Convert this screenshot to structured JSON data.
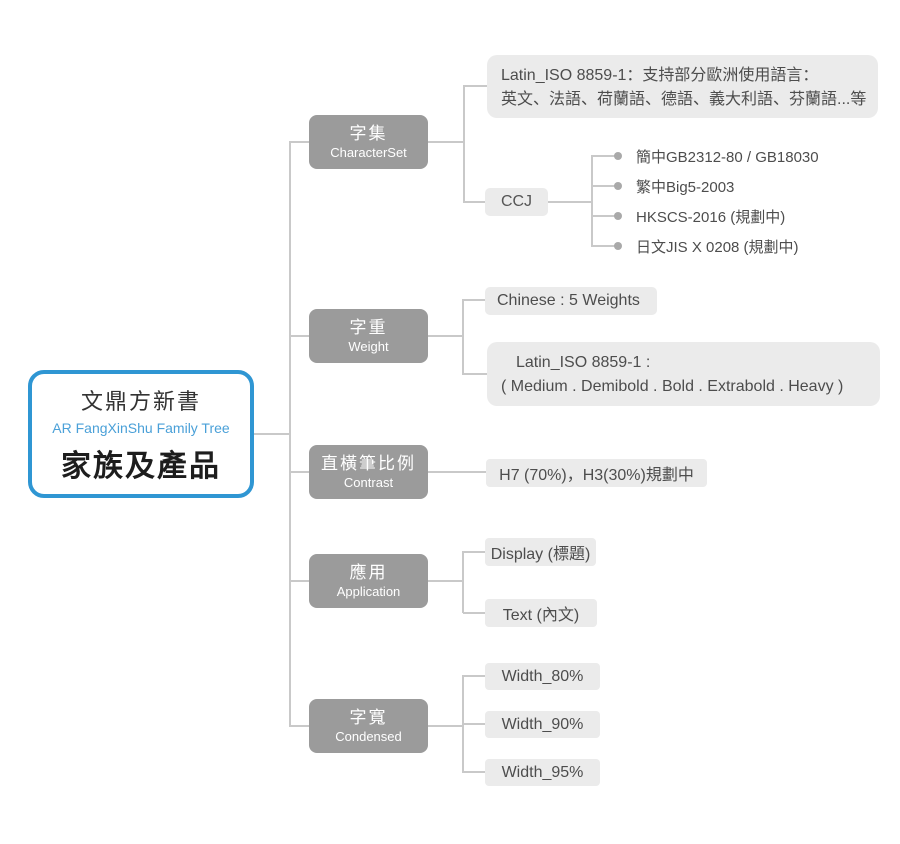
{
  "root": {
    "title_zh": "文鼎方新書",
    "subtitle_en": "AR FangXinShu Family Tree",
    "title_big": "家族及產品"
  },
  "branches": {
    "characterset": {
      "zh": "字集",
      "en": "CharacterSet"
    },
    "weight": {
      "zh": "字重",
      "en": "Weight"
    },
    "contrast": {
      "zh": "直橫筆比例",
      "en": "Contrast"
    },
    "application": {
      "zh": "應用",
      "en": "Application"
    },
    "condensed": {
      "zh": "字寬",
      "en": "Condensed"
    }
  },
  "characterset": {
    "latin_note_line1": "Latin_ISO 8859-1：支持部分歐洲使用語言：",
    "latin_note_line2": "英文、法語、荷蘭語、德語、義大利語、芬蘭語...等",
    "ccj_label": "CCJ",
    "ccj_items": [
      "簡中GB2312-80 / GB18030",
      "繁中Big5-2003",
      "HKSCS-2016 (規劃中)",
      "日文JIS X 0208 (規劃中)"
    ]
  },
  "weight": {
    "chinese_label": "Chinese : 5 Weights",
    "latin_line1": "Latin_ISO 8859-1 :",
    "latin_line2": "( Medium . Demibold . Bold . Extrabold . Heavy )"
  },
  "contrast": {
    "value": "H7 (70%)，H3(30%)規劃中"
  },
  "application": {
    "display_label": "Display (標題)",
    "text_label": "Text (內文)"
  },
  "condensed": {
    "widths": [
      "Width_80%",
      "Width_90%",
      "Width_95%"
    ]
  },
  "colors": {
    "accent": "#2f96d3",
    "accent-text": "#4aa0d8",
    "node": "#9b9b9b",
    "leaf": "#ebebeb",
    "line": "#c9c9c9",
    "ink": "#4d4d4d"
  }
}
